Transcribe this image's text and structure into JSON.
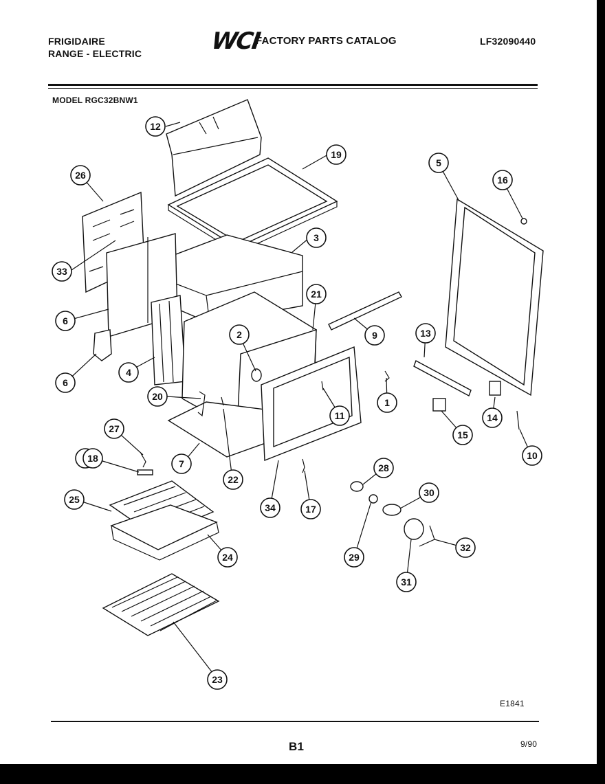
{
  "header": {
    "brand": "FRIGIDAIRE",
    "product": "RANGE - ELECTRIC",
    "logo_text": "WCI",
    "catalog_title": "FACTORY PARTS CATALOG",
    "catalog_number": "LF32090440"
  },
  "model": "MODEL RGC32BNW1",
  "callouts": [
    "1",
    "2",
    "3",
    "4",
    "5",
    "6",
    "6",
    "7",
    "8",
    "9",
    "10",
    "11",
    "12",
    "13",
    "14",
    "15",
    "16",
    "17",
    "18",
    "19",
    "20",
    "21",
    "22",
    "23",
    "24",
    "25",
    "26",
    "27",
    "28",
    "29",
    "30",
    "31",
    "32",
    "33",
    "34"
  ],
  "footer": {
    "diagram_code": "E1841",
    "page": "B1",
    "date": "9/90"
  }
}
